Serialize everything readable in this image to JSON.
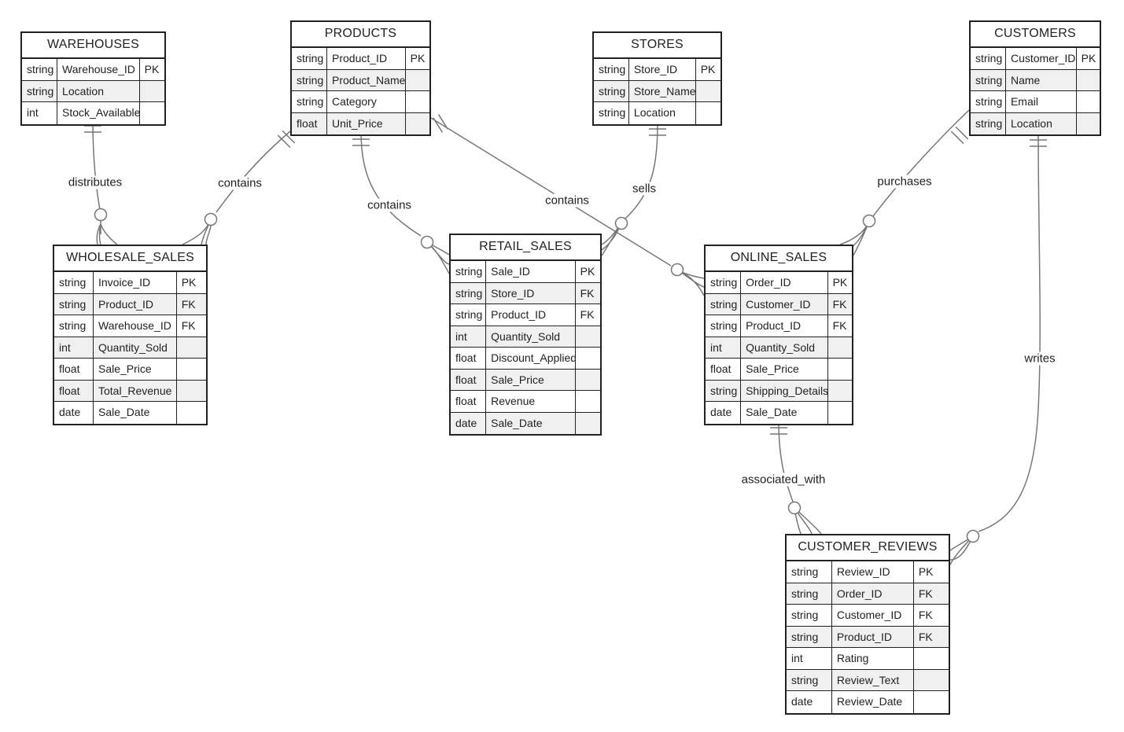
{
  "entities": [
    {
      "id": "warehouses",
      "title": "WAREHOUSES",
      "attributes": [
        {
          "type": "string",
          "name": "Warehouse_ID",
          "key": "PK"
        },
        {
          "type": "string",
          "name": "Location",
          "key": ""
        },
        {
          "type": "int",
          "name": "Stock_Available",
          "key": ""
        }
      ]
    },
    {
      "id": "products",
      "title": "PRODUCTS",
      "attributes": [
        {
          "type": "string",
          "name": "Product_ID",
          "key": "PK"
        },
        {
          "type": "string",
          "name": "Product_Name",
          "key": ""
        },
        {
          "type": "string",
          "name": "Category",
          "key": ""
        },
        {
          "type": "float",
          "name": "Unit_Price",
          "key": ""
        }
      ]
    },
    {
      "id": "stores",
      "title": "STORES",
      "attributes": [
        {
          "type": "string",
          "name": "Store_ID",
          "key": "PK"
        },
        {
          "type": "string",
          "name": "Store_Name",
          "key": ""
        },
        {
          "type": "string",
          "name": "Location",
          "key": ""
        }
      ]
    },
    {
      "id": "customers",
      "title": "CUSTOMERS",
      "attributes": [
        {
          "type": "string",
          "name": "Customer_ID",
          "key": "PK"
        },
        {
          "type": "string",
          "name": "Name",
          "key": ""
        },
        {
          "type": "string",
          "name": "Email",
          "key": ""
        },
        {
          "type": "string",
          "name": "Location",
          "key": ""
        }
      ]
    },
    {
      "id": "wholesale_sales",
      "title": "WHOLESALE_SALES",
      "attributes": [
        {
          "type": "string",
          "name": "Invoice_ID",
          "key": "PK"
        },
        {
          "type": "string",
          "name": "Product_ID",
          "key": "FK"
        },
        {
          "type": "string",
          "name": "Warehouse_ID",
          "key": "FK"
        },
        {
          "type": "int",
          "name": "Quantity_Sold",
          "key": ""
        },
        {
          "type": "float",
          "name": "Sale_Price",
          "key": ""
        },
        {
          "type": "float",
          "name": "Total_Revenue",
          "key": ""
        },
        {
          "type": "date",
          "name": "Sale_Date",
          "key": ""
        }
      ]
    },
    {
      "id": "retail_sales",
      "title": "RETAIL_SALES",
      "attributes": [
        {
          "type": "string",
          "name": "Sale_ID",
          "key": "PK"
        },
        {
          "type": "string",
          "name": "Store_ID",
          "key": "FK"
        },
        {
          "type": "string",
          "name": "Product_ID",
          "key": "FK"
        },
        {
          "type": "int",
          "name": "Quantity_Sold",
          "key": ""
        },
        {
          "type": "float",
          "name": "Discount_Applied",
          "key": ""
        },
        {
          "type": "float",
          "name": "Sale_Price",
          "key": ""
        },
        {
          "type": "float",
          "name": "Revenue",
          "key": ""
        },
        {
          "type": "date",
          "name": "Sale_Date",
          "key": ""
        }
      ]
    },
    {
      "id": "online_sales",
      "title": "ONLINE_SALES",
      "attributes": [
        {
          "type": "string",
          "name": "Order_ID",
          "key": "PK"
        },
        {
          "type": "string",
          "name": "Customer_ID",
          "key": "FK"
        },
        {
          "type": "string",
          "name": "Product_ID",
          "key": "FK"
        },
        {
          "type": "int",
          "name": "Quantity_Sold",
          "key": ""
        },
        {
          "type": "float",
          "name": "Sale_Price",
          "key": ""
        },
        {
          "type": "string",
          "name": "Shipping_Details",
          "key": ""
        },
        {
          "type": "date",
          "name": "Sale_Date",
          "key": ""
        }
      ]
    },
    {
      "id": "customer_reviews",
      "title": "CUSTOMER_REVIEWS",
      "attributes": [
        {
          "type": "string",
          "name": "Review_ID",
          "key": "PK"
        },
        {
          "type": "string",
          "name": "Order_ID",
          "key": "FK"
        },
        {
          "type": "string",
          "name": "Customer_ID",
          "key": "FK"
        },
        {
          "type": "string",
          "name": "Product_ID",
          "key": "FK"
        },
        {
          "type": "int",
          "name": "Rating",
          "key": ""
        },
        {
          "type": "string",
          "name": "Review_Text",
          "key": ""
        },
        {
          "type": "date",
          "name": "Review_Date",
          "key": ""
        }
      ]
    }
  ],
  "relationships": [
    {
      "id": "warehouses-wholesale",
      "label": "distributes",
      "from": "WAREHOUSES",
      "to": "WHOLESALE_SALES",
      "from_cardinality": "exactly-one",
      "to_cardinality": "zero-or-many"
    },
    {
      "id": "products-wholesale",
      "label": "contains",
      "from": "PRODUCTS",
      "to": "WHOLESALE_SALES",
      "from_cardinality": "exactly-one",
      "to_cardinality": "zero-or-many"
    },
    {
      "id": "products-retail",
      "label": "contains",
      "from": "PRODUCTS",
      "to": "RETAIL_SALES",
      "from_cardinality": "exactly-one",
      "to_cardinality": "zero-or-many"
    },
    {
      "id": "products-online",
      "label": "contains",
      "from": "PRODUCTS",
      "to": "ONLINE_SALES",
      "from_cardinality": "exactly-one",
      "to_cardinality": "zero-or-many"
    },
    {
      "id": "stores-retail",
      "label": "sells",
      "from": "STORES",
      "to": "RETAIL_SALES",
      "from_cardinality": "exactly-one",
      "to_cardinality": "zero-or-many"
    },
    {
      "id": "customers-online",
      "label": "purchases",
      "from": "CUSTOMERS",
      "to": "ONLINE_SALES",
      "from_cardinality": "exactly-one",
      "to_cardinality": "zero-or-many"
    },
    {
      "id": "online-reviews",
      "label": "associated_with",
      "from": "ONLINE_SALES",
      "to": "CUSTOMER_REVIEWS",
      "from_cardinality": "exactly-one",
      "to_cardinality": "zero-or-many"
    },
    {
      "id": "customers-reviews",
      "label": "writes",
      "from": "CUSTOMERS",
      "to": "CUSTOMER_REVIEWS",
      "from_cardinality": "exactly-one",
      "to_cardinality": "zero-or-many"
    }
  ],
  "colors": {
    "line": "#777777",
    "border": "#222222",
    "alt_row": "#f0f0f0"
  }
}
